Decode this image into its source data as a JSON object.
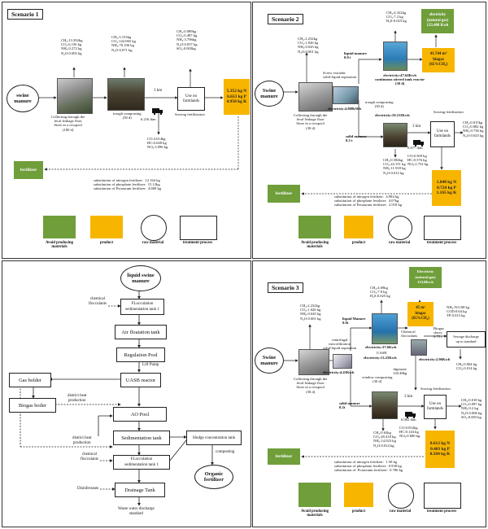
{
  "legend": {
    "avoid": "Avoid producing materials",
    "product": "product",
    "raw": "raw material",
    "treat": "treatment process"
  },
  "colors": {
    "green": "#6f9e3a",
    "yellow": "#f7b500",
    "gas_green": "#4e8f2e"
  },
  "s1": {
    "title": "Scenario 1",
    "manure": "swine manure",
    "em_top1": "CH₄:13.392kg\nCO₂:6.156 kg\nNH₃:0.272 kg\nN₂O:0.005 kg",
    "em_top2": "CH₄:3.153kg\nCO₂:142.065 kg\nNH₃:70.106 kg\nN₂O:0.071 kg",
    "em_top3": "CH₄:0.089kg\nCO₂:0.487 kg\nNH₃:3.796kg\nN₂O:0.057 kg\nSO₂:0.003kg",
    "cap1": "Collecting through the\nfecal leakage floor\nStore in a cesspool\n(180 d)",
    "cap2": "trough composting\n(30 d)",
    "km": "3 km",
    "dist": "6.216 tkm",
    "use": "Use on\nfarmlands",
    "sow": "Sowing fertilization",
    "prod": "5.352 kg N\n6.653 kg P\n4.958 kg K",
    "em_truck": "CO:4.014kg\nHC:0.648 kg\nNOₓ:3.096 kg",
    "fert": "fertilizer",
    "subst": "substitution of nitrogen fertilizer:  12.164 kg\nsubstitution of phosphate fertilizer:  15.12kg\nsubstitution of Potassium fertilizer:  4.869 kg"
  },
  "s2": {
    "title": "Scenario 2",
    "manure": "Swine manure",
    "em_top1": "CH₄:2.232kg\nCO₂:1.026 kg\nNH₃:0.045 kg\nN₂O:0.001 kg",
    "screw": "Screw extruder\nsolid-liquid separation",
    "elec1": "electricity:4.808kWh",
    "liquid": "liquid manure\n0.8 t",
    "em_liq": "CH₄:4.322kg\nCO₂:7.2 kg\nH₂S:0.023 kg",
    "elec2": "electricity:47.64Kwh\ncontinuous stirred tank reactor\n(30 d)",
    "gas": "electricity\n(natural gas)\n123.408 Kwh",
    "biogas": "41.744 m³\nbiogas\n(65%CH₄)",
    "cap1": "Collecting through the\nfecal leakage floor\nStore in a cesspool\n(30 d)",
    "trough": "trough composting\n(30 d)",
    "elec3": "electricity:10.211Kwh",
    "solid": "solid manure\n0.2 t",
    "em_solid": "CH₄:0.584kg\nCO₂:24.151 kg\nNH₃:11.918 kg\nN₂O:0.012 kg",
    "km": "3 km",
    "dist": "0.677 tkm",
    "em_truck": "CO:0.569 kg\nHC:0.576 kg\nNOₓ:2.752 kg",
    "sow": "Sowing fertilization",
    "use": "Use on\nfarmlands",
    "em_right": "CH₄:0.015kg\nCO₂:0.082 kg\nNH₃:0.736 kg\nN₂O:0.023 kg",
    "prod": "1.848 kg N\n0.724 kg P\n1.165 kg K",
    "fert": "fertilizer",
    "subst": "substitution of nitrogen fertilizer:  4.984 kg\nsubstitution of phosphate fertilizer:  4.07kg\nsubstitution of Potassium fertilizer:  2.918 kg"
  },
  "fc": {
    "start": "liquid swine\nmanure",
    "chem1": "chemical\nflocculants",
    "tank1": "FLocculation\nsedimentation tank 1",
    "air": "Air floatation tank",
    "reg": "Regulation Pool",
    "lift": "Lift Pump",
    "uasb": "UASB reactor",
    "gas": "Gas holder",
    "boiler": "Biogas boiler",
    "heat1": "district heat\nproduction",
    "heat2": "district heat\nproduction",
    "ao": "AO Pool",
    "sed": "Sedimentation tank",
    "chem2": "chemical\nflocculants",
    "tank2": "FLocculation\nsedimentation tank 1",
    "disinf": "Disinfectants",
    "drain": "Drainage Tank",
    "waste": "Waste water discharge\nstandard",
    "sludge": "Sludge concentration tank",
    "compost": "composting",
    "organic": "Organic\nfertilizer"
  },
  "s3": {
    "title": "Scenario 3",
    "manure": "Swine\nmanure",
    "em_top1": "CH₄:2.232kg\nCO₂:1.026 kg\nNH₃:0.045 kg\nN₂O:0.001 kg",
    "centri": "centrifugal\nmicrofiltration\nsolid-liquid separation",
    "elec1": "electricity:4.43Kwh",
    "liquid": "liquid Manure\n0.8t",
    "em_liq": "CH₄:4.69kg\nCO₂:7.8 kg\nH₂S:0.025 kg",
    "gas": "Electricity\n(natural gas)\n133.8Kwh",
    "biogas": "45 m³\nbiogas\n(65%CH₄)",
    "elec2": "electricity:37.6Kwh",
    "uasb": "UASB",
    "chem": "Chemical\nflocculants",
    "slurry": "Biogas\nslurry\n0.75 t",
    "sewage": "Sewage discharge\nup to standard",
    "em_sew": "NH₄-N:0.08 kg\nCOD:0.64 kg\nTP:0.013 kg",
    "elec3": "electricity:13.25Kwh",
    "elec4": "electricity:2.96Kwh",
    "digestate": "digestate\n130.48kg",
    "cap1": "Collecting through the\nfecal leakage floor\nStore in a cesspool\n(30 d)",
    "trough": "window composting\n(30 d)",
    "em_rt": "CH₄:0.004 kg\nCO₂:0.014 kg",
    "solid": "solid manure\n0.2t",
    "km": "3 km",
    "dist": "0.062 tkm",
    "em_solid": "CH₄:0.63kg\nCO₂:28.418 kg\nNH₃:14.023 kg\nN₂O:0.014 kg",
    "em_truck": "CO:0.052kg\nHC:0.144 kg\nNOₓ:0.680 kg",
    "sow": "Sowing fertilization",
    "use": "Use on\nfarmlands",
    "em_right": "CH₄:0.018 kg\nCO₂:0.097 kg\nNH₃:0.2 kg\nN₂O:0.006 kg\nSO₂:0.003 kg",
    "prod": "0.612 kg N\n0.403 kg P\n0.504 kg K",
    "fert": "fertilizer",
    "subst": "substitution of nitrogen fertilizer:  1.58 kg\nsubstitution of phosphate fertilizer:  0.938 kg\nsubstitution of  Potassium fertilizer:  0.786 kg"
  }
}
